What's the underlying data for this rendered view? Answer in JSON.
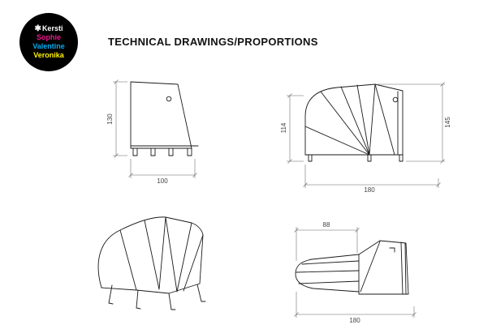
{
  "logo": {
    "asterisk": "✱",
    "background_color": "#000000",
    "names": [
      {
        "text": "Kersti",
        "color": "#ffffff"
      },
      {
        "text": "Sophie",
        "color": "#ec1a8d"
      },
      {
        "text": "Valentine",
        "color": "#00adee"
      },
      {
        "text": "Veronika",
        "color": "#fff200"
      }
    ]
  },
  "header": {
    "title": "TECHNICAL DRAWINGS/PROPORTIONS"
  },
  "drawings": {
    "side_view": {
      "height_label": "130",
      "width_label": "100"
    },
    "front_view": {
      "left_height_label": "114",
      "right_height_label": "145",
      "width_label": "180"
    },
    "profile_view": {
      "top_width_label": "88",
      "width_label": "180"
    }
  }
}
